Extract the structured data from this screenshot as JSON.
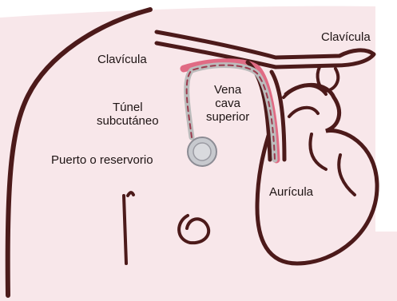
{
  "colors": {
    "background_tint": "#f8e7ea",
    "anatomy_outline": "#4c1a1a",
    "vessel_highlight": "#e06b84",
    "catheter": "#bcbcbc",
    "catheter_dash": "#9b3a4d",
    "port_fill": "#c7c9ce",
    "port_outline": "#8c8c94"
  },
  "labels": {
    "clavicle_right": "Clavícula",
    "clavicle_left": "Clavícula",
    "tunnel_line1": "Túnel",
    "tunnel_line2": "subcutáneo",
    "vena_line1": "Vena",
    "vena_line2": "cava",
    "vena_line3": "superior",
    "port": "Puerto o reservorio",
    "atrium": "Aurícula"
  }
}
